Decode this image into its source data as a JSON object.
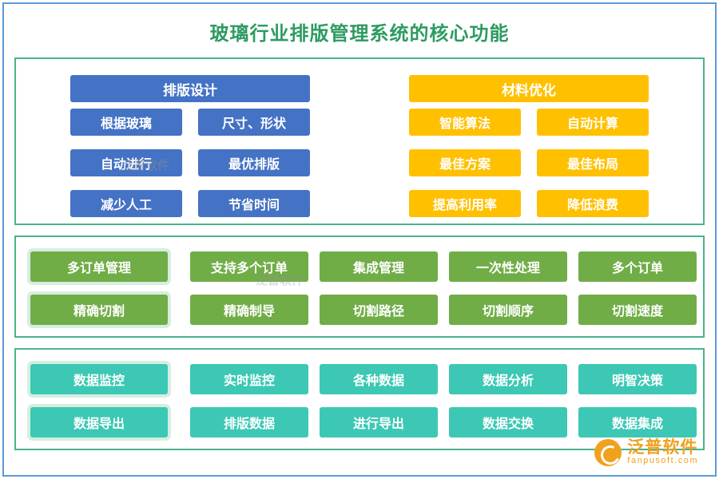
{
  "page": {
    "title": "玻璃行业排版管理系统的核心功能",
    "border_color": "#5b9bd5",
    "title_color": "#2e9b62",
    "panel_border_color": "#4ab38a"
  },
  "watermarks": [
    {
      "text": "泛普软件"
    },
    {
      "text": "泛普软件"
    }
  ],
  "logo": {
    "cn": "泛普软件",
    "en": "fanpusoft.com"
  },
  "sections": [
    {
      "name": "layout-and-material",
      "groups": [
        {
          "name": "layout-design",
          "color": "#4472c4",
          "header": "排版设计",
          "items": [
            "根据玻璃",
            "尺寸、形状",
            "自动进行",
            "最优排版",
            "减少人工",
            "节省时间"
          ]
        },
        {
          "name": "material-optimization",
          "color": "#ffc000",
          "header": "材料优化",
          "items": [
            "智能算法",
            "自动计算",
            "最佳方案",
            "最佳布局",
            "提高利用率",
            "降低浪费"
          ]
        }
      ]
    },
    {
      "name": "order-and-cutting",
      "rows": [
        {
          "name": "multi-order-management",
          "color": "#70ad47",
          "header": "多订单管理",
          "items": [
            "支持多个订单",
            "集成管理",
            "一次性处理",
            "多个订单"
          ]
        },
        {
          "name": "precise-cutting",
          "color": "#70ad47",
          "header": "精确切割",
          "items": [
            "精确制导",
            "切割路径",
            "切割顺序",
            "切割速度"
          ]
        }
      ]
    },
    {
      "name": "data-monitoring-and-export",
      "rows": [
        {
          "name": "data-monitoring",
          "color": "#3cc8b4",
          "header": "数据监控",
          "items": [
            "实时监控",
            "各种数据",
            "数据分析",
            "明智决策"
          ]
        },
        {
          "name": "data-export",
          "color": "#3cc8b4",
          "header": "数据导出",
          "items": [
            "排版数据",
            "进行导出",
            "数据交换",
            "数据集成"
          ]
        }
      ]
    }
  ]
}
